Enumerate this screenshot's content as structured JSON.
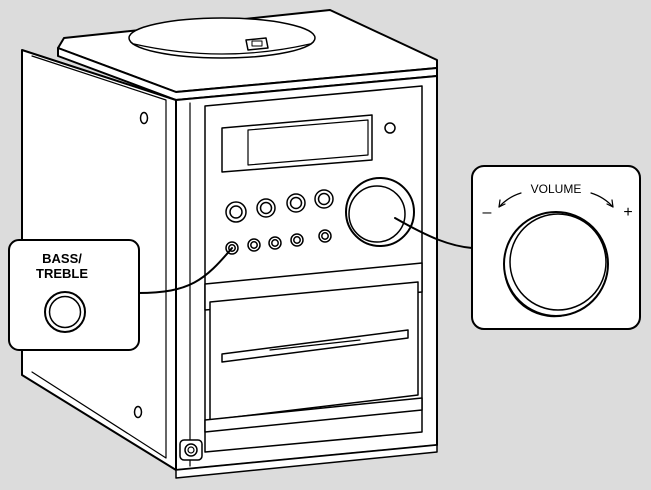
{
  "callouts": {
    "bass_treble": {
      "line1": "BASS/",
      "line2": "TREBLE"
    },
    "volume": {
      "label": "VOLUME",
      "minus": "–",
      "plus": "+"
    }
  },
  "colors": {
    "background": "#dcdcdc",
    "body": "#ffffff",
    "outline": "#000000"
  }
}
